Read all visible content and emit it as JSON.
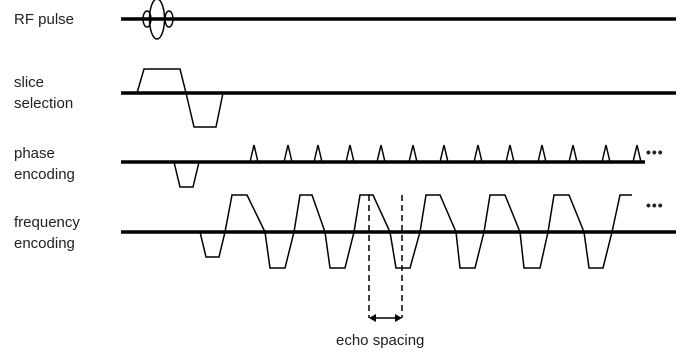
{
  "labels": {
    "rf": "RF pulse",
    "slice_line1": "slice",
    "slice_line2": "selection",
    "phase_line1": "phase",
    "phase_line2": "encoding",
    "freq_line1": "frequency",
    "freq_line2": "encoding",
    "echo_spacing": "echo spacing",
    "ellipsis": "•••"
  },
  "colors": {
    "stroke": "#000000",
    "text": "#222222",
    "background": "#ffffff"
  }
}
